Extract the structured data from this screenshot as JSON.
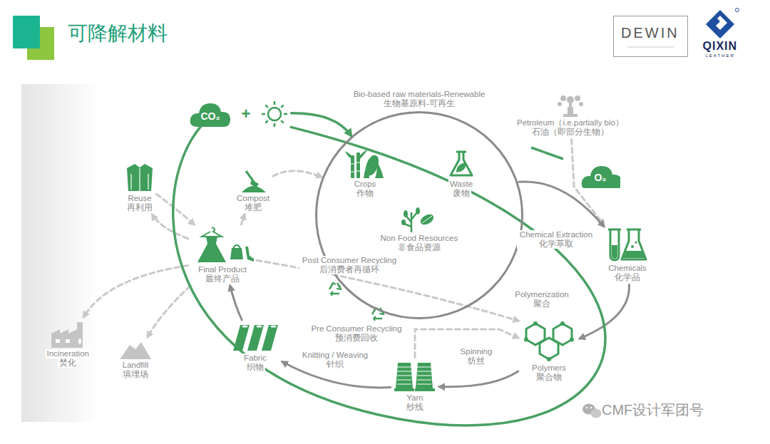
{
  "diagram": {
    "title": "可降解材料",
    "nodes": [
      {
        "text": [
          "CO₂"
        ]
      },
      {
        "text": []
      },
      {
        "text": [
          "Crops",
          "作物"
        ],
        "in": 1
      },
      {
        "text": [
          "Waste",
          "废物"
        ],
        "in": 1
      },
      {
        "text": [
          "Non Food Resources",
          "非食品资源"
        ],
        "in": 1
      },
      {
        "text": [
          "Petroleum（i.e.partially bio）",
          "石油（即部分生物）"
        ]
      },
      {
        "text": [
          "O₂"
        ]
      },
      {
        "text": [
          "Chemicals",
          "化学品"
        ]
      },
      {
        "text": [
          "Polymers",
          "聚合物"
        ]
      },
      {
        "text": [
          "Yarn",
          "纱线"
        ]
      },
      {
        "text": [
          "Fabric",
          "织物"
        ]
      },
      {
        "text": [
          "Final Product",
          "最终产品"
        ]
      },
      {
        "text": [
          "Reuse",
          "再利用"
        ]
      },
      {
        "text": [
          "Compost",
          "堆肥"
        ]
      },
      {
        "text": [
          "Incineration",
          "焚化"
        ]
      },
      {
        "text": [
          "Landfill",
          "填埋场"
        ]
      }
    ],
    "edges": [
      {
        "from": 0,
        "to": 1,
        "arrow": "to",
        "label": "Bio-based raw materials-Renewable 生物基原料-可再生"
      },
      {
        "from": 5,
        "to": 7,
        "arrow": "to"
      },
      {
        "from": 1,
        "to": 7,
        "arrow": "to",
        "label": "Chemical Extraction 化学萃取"
      },
      {
        "from": 7,
        "to": 8,
        "arrow": "to",
        "label": "Polymerization 聚合"
      },
      {
        "from": 8,
        "to": 9,
        "arrow": "to",
        "label": "Spinning 纺丝"
      },
      {
        "from": 9,
        "to": 10,
        "arrow": "to",
        "label": "Knitting / Weaving 针织"
      },
      {
        "from": 10,
        "to": 11,
        "arrow": "to"
      },
      {
        "from": 11,
        "to": 8,
        "arrow": "to",
        "label": "Post Consumer Recycling 后消费者再循环"
      },
      {
        "from": 9,
        "to": 8,
        "arrow": "to",
        "label": "Pre Consumer Recycling 预消费回收"
      },
      {
        "from": 11,
        "to": 12,
        "arrow": "to"
      },
      {
        "from": 12,
        "to": 11,
        "arrow": "to"
      },
      {
        "from": 11,
        "to": 13,
        "arrow": "to"
      },
      {
        "from": 13,
        "to": 1,
        "arrow": "to"
      },
      {
        "from": 11,
        "to": 14,
        "arrow": "to"
      },
      {
        "from": 11,
        "to": 15,
        "arrow": "to"
      },
      {
        "from": 6,
        "to": 0,
        "arrow": "none"
      }
    ],
    "labels": [
      "+",
      "CMF设计军团号",
      "DEWIN",
      "QIXIN",
      "LEATHER"
    ]
  }
}
